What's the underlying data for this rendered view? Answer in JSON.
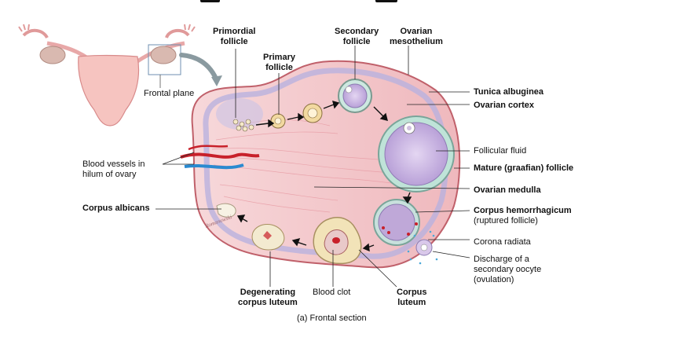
{
  "labels": {
    "primordial_follicle": "Primordial\nfollicle",
    "primary_follicle": "Primary\nfollicle",
    "secondary_follicle": "Secondary\nfollicle",
    "ovarian_mesothelium": "Ovarian\nmesothelium",
    "frontal_plane": "Frontal plane",
    "tunica_albuginea": "Tunica albuginea",
    "ovarian_cortex": "Ovarian cortex",
    "follicular_fluid": "Follicular fluid",
    "blood_vessels": "Blood vessels in\nhilum of ovary",
    "mature_follicle": "Mature (graafian) follicle",
    "ovarian_medulla": "Ovarian medulla",
    "corpus_albicans": "Corpus albicans",
    "corpus_hemorrhagicum": "Corpus hemorrhagicum",
    "corpus_hemorrhagicum_sub": "(ruptured follicle)",
    "corona_radiata": "Corona radiata",
    "discharge": "Discharge of a\nsecondary oocyte\n(ovulation)",
    "degenerating_corpus_luteum": "Degenerating\ncorpus luteum",
    "blood_clot": "Blood clot",
    "corpus_luteum": "Corpus\nluteum",
    "caption": "(a) Frontal section"
  },
  "colors": {
    "stroma": "#f3c9cc",
    "outline": "#c0606a",
    "cortex": "#c9c3e6",
    "follicle_fluid": "#cdb7e2",
    "blood": "#c8202a",
    "vessel_blue": "#2a8ad0"
  }
}
